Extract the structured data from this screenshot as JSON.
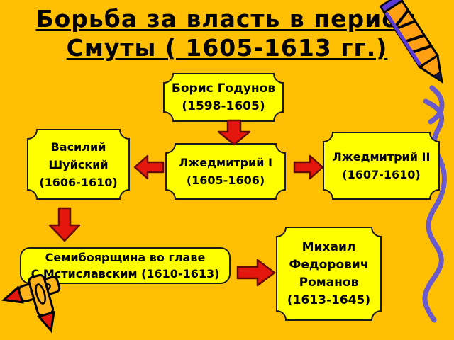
{
  "slide": {
    "title": {
      "lines": [
        "Борьба за власть в период",
        "Смуты ( 1605-1613 гг.)"
      ]
    },
    "nodes": {
      "boris_godunov": {
        "lines": [
          "Борис Годунов",
          "(1598-1605)"
        ]
      },
      "vasily_shuisky": {
        "lines": [
          "Василий",
          "Шуйский",
          "(1606-1610)"
        ]
      },
      "false_dmitry_i": {
        "lines": [
          "Лжедмитрий I",
          "(1605-1606)"
        ]
      },
      "false_dmitry_ii": {
        "lines": [
          "Лжедмитрий II",
          "(1607-1610)"
        ]
      },
      "seven_boyars": {
        "lines": [
          "Семибоярщина во главе",
          "С Мстиславским (1610-1613)"
        ]
      },
      "mikhail_romanov": {
        "lines": [
          "Михаил",
          "Федорович",
          "Романов",
          "(1613-1645)"
        ]
      }
    },
    "decorations": [
      {
        "name": "pencil-icon"
      },
      {
        "name": "crossed-crayons-icon"
      },
      {
        "name": "squiggle-line-icon"
      }
    ],
    "colors": {
      "background": "#FFC003",
      "box_fill": "#FFFF00",
      "box_border": "#1A1A1A",
      "arrow_fill": "#E3170D",
      "arrow_border": "#640A05",
      "text": "#000000",
      "squiggle": "#6A5ACD",
      "pencil_body": "#FFA013",
      "pencil_accent": "#5B3BD6",
      "crayon_body": "#FFB21A",
      "crayon_tip": "#E3170D"
    }
  }
}
